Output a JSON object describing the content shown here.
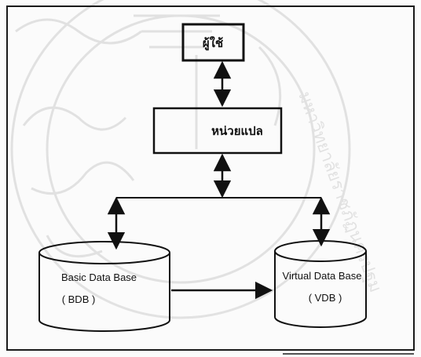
{
  "nodes": {
    "user": {
      "label": "ผู้ใช้"
    },
    "translator": {
      "label": "หน่วยแปล"
    },
    "bdb": {
      "name": "Basic Data Base",
      "abbr": "( BDB )"
    },
    "vdb": {
      "name": "Virtual Data Base",
      "abbr": "( VDB )"
    }
  },
  "watermark": {
    "text": "มหาวิทยาลัยราชภัฏนครปฐม"
  },
  "colors": {
    "line": "#111111",
    "frame": "#1a1a1a",
    "watermark": "#8a8a8a"
  }
}
